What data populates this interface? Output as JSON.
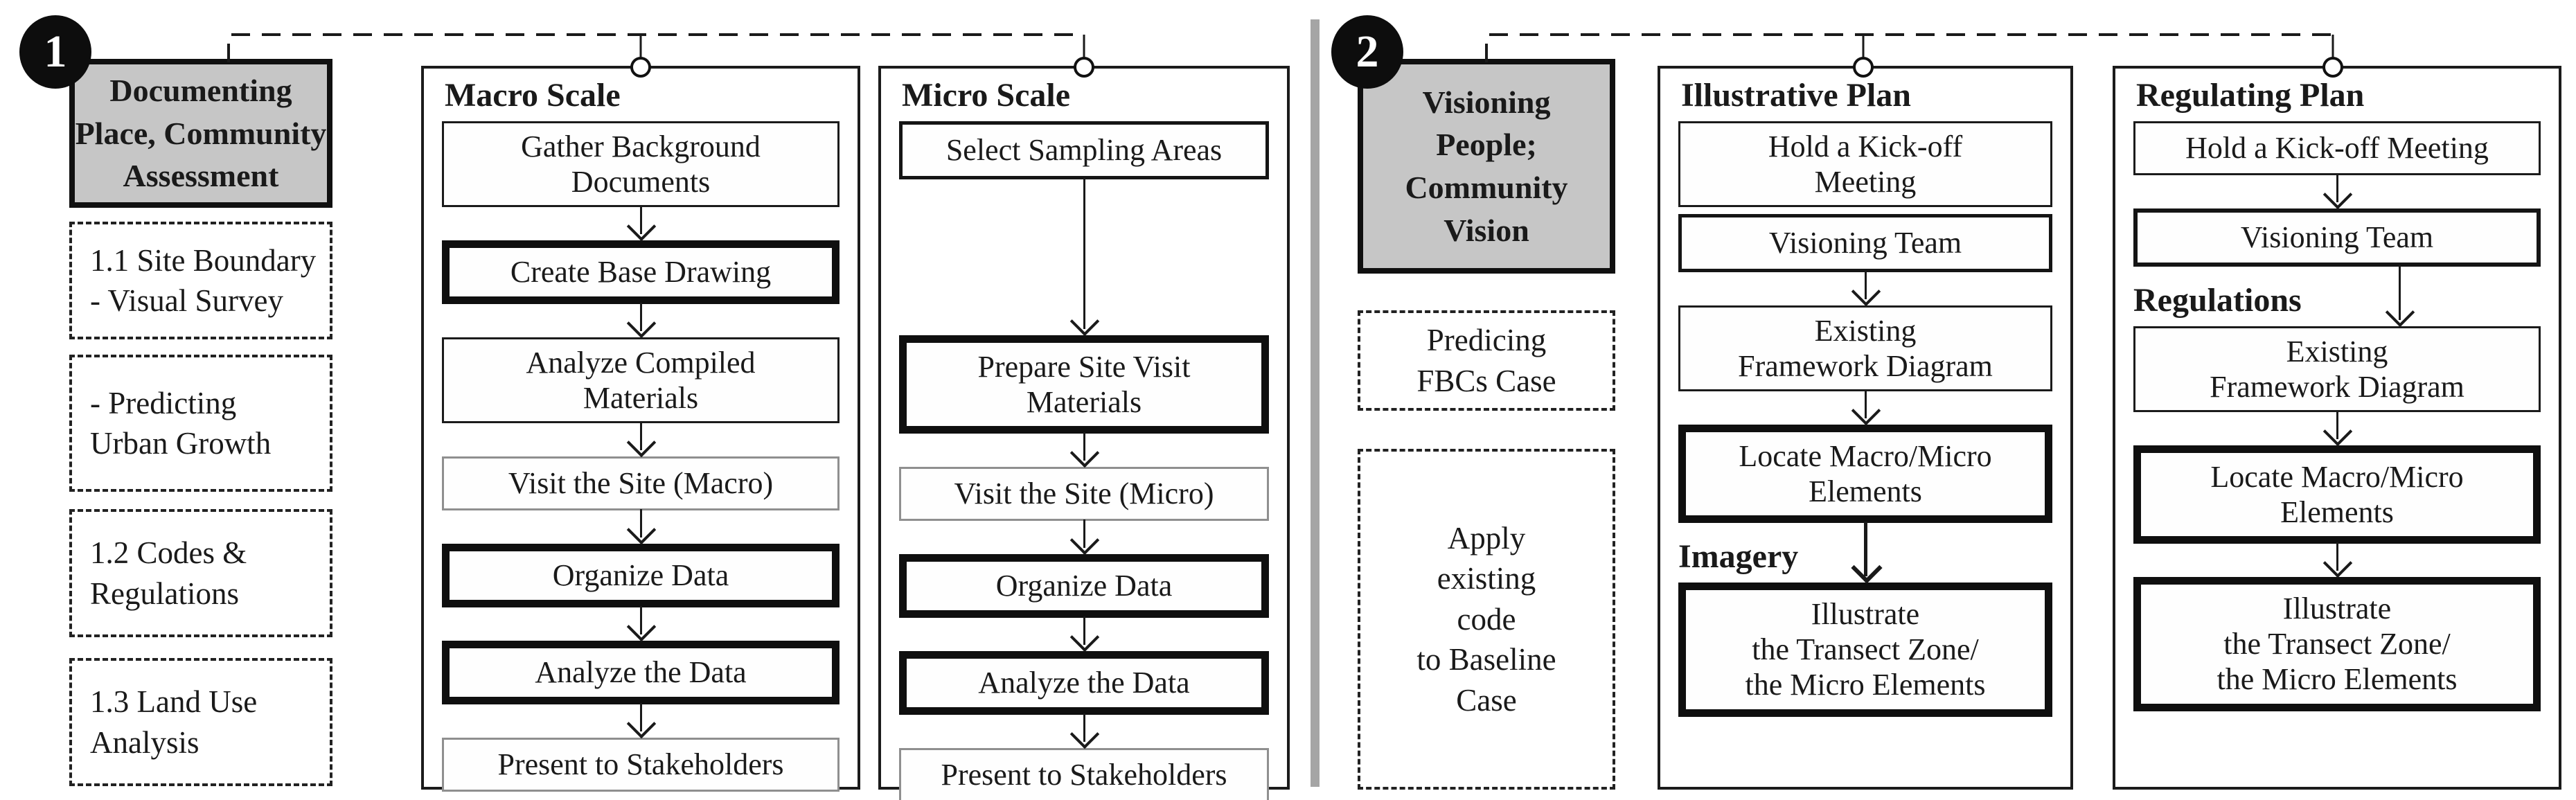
{
  "diagram": {
    "colors": {
      "header_fill": "#c6c6c6",
      "divider": "#a5a5a5",
      "line": "#1a1a1a"
    },
    "sections": [
      {
        "badge": "1",
        "header": "Documenting\nPlace, Community\nAssessment",
        "side_notes": [
          "1.1 Site Boundary\n- Visual Survey",
          "- Predicting\nUrban Growth",
          "1.2 Codes &\nRegulations",
          "1.3 Land Use\nAnalysis"
        ],
        "columns": [
          {
            "title": "Macro Scale",
            "steps": [
              "Gather Background\nDocuments",
              "Create Base Drawing",
              "Analyze Compiled\nMaterials",
              "Visit the Site (Macro)",
              "Organize Data",
              "Analyze the Data",
              "Present to Stakeholders"
            ]
          },
          {
            "title": "Micro Scale",
            "steps": [
              "Select Sampling Areas",
              "Prepare Site Visit\nMaterials",
              "Visit the Site (Micro)",
              "Organize Data",
              "Analyze the Data",
              "Present to Stakeholders"
            ]
          }
        ]
      },
      {
        "badge": "2",
        "header": "Visioning\nPeople;\nCommunity\nVision",
        "side_notes": [
          "Predicing\nFBCs Case",
          "Apply\nexisting\ncode\nto Baseline\nCase"
        ],
        "columns": [
          {
            "title": "Illustrative Plan",
            "inline_label": "Imagery",
            "steps": [
              "Hold a Kick-off\nMeeting",
              "Visioning Team",
              "Existing\nFramework Diagram",
              "Locate Macro/Micro\nElements",
              "Illustrate\nthe Transect Zone/\nthe Micro Elements"
            ]
          },
          {
            "title": "Regulating Plan",
            "inline_label": "Regulations",
            "steps": [
              "Hold a Kick-off Meeting",
              "Visioning Team",
              "Existing\nFramework Diagram",
              "Locate Macro/Micro\nElements",
              "Illustrate\nthe Transect Zone/\nthe Micro Elements"
            ]
          }
        ]
      }
    ]
  }
}
